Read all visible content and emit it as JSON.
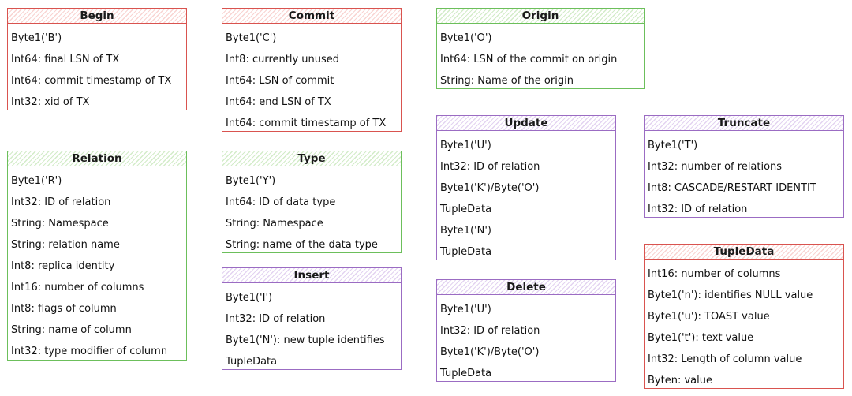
{
  "boxes": {
    "begin": {
      "title": "Begin",
      "color": "#d9534f",
      "rows": [
        "Byte1('B')",
        "Int64: final LSN of TX",
        "Int64: commit timestamp of TX",
        "Int32: xid of TX"
      ]
    },
    "commit": {
      "title": "Commit",
      "color": "#d9534f",
      "rows": [
        "Byte1('C')",
        "Int8: currently unused",
        "Int64: LSN of commit",
        "Int64: end LSN of TX",
        "Int64: commit timestamp of TX"
      ]
    },
    "origin": {
      "title": "Origin",
      "color": "#6cbf5b",
      "rows": [
        "Byte1('O')",
        "Int64: LSN of the commit on origin",
        "String: Name of the origin"
      ]
    },
    "relation": {
      "title": "Relation",
      "color": "#6cbf5b",
      "rows": [
        "Byte1('R')",
        "Int32: ID of relation",
        "String: Namespace",
        "String: relation name",
        "Int8: replica identity",
        "Int16: number of columns",
        "Int8: flags of column",
        "String: name of column",
        "Int32: type modifier of column"
      ]
    },
    "type": {
      "title": "Type",
      "color": "#6cbf5b",
      "rows": [
        "Byte1('Y')",
        "Int64: ID of data type",
        "String: Namespace",
        "String: name of the data type"
      ]
    },
    "insert": {
      "title": "Insert",
      "color": "#9b6cc3",
      "rows": [
        "Byte1('I')",
        "Int32: ID of relation",
        "Byte1('N'): new tuple identifies",
        "TupleData"
      ]
    },
    "update": {
      "title": "Update",
      "color": "#9b6cc3",
      "rows": [
        "Byte1('U')",
        "Int32: ID of relation",
        "Byte1('K')/Byte('O')",
        "TupleData",
        "Byte1('N')",
        "TupleData"
      ]
    },
    "delete": {
      "title": "Delete",
      "color": "#9b6cc3",
      "rows": [
        "Byte1('U')",
        "Int32: ID of relation",
        "Byte1('K')/Byte('O')",
        "TupleData"
      ]
    },
    "truncate": {
      "title": "Truncate",
      "color": "#9b6cc3",
      "rows": [
        "Byte1('T')",
        "Int32: number of relations",
        "Int8: CASCADE/RESTART IDENTIT",
        "Int32: ID of relation"
      ]
    },
    "tupledata": {
      "title": "TupleData",
      "color": "#d9534f",
      "rows": [
        "Int16: number of columns",
        "Byte1('n'): identifies NULL value",
        "Byte1('u'): TOAST value",
        "Byte1('t'): text value",
        "Int32: Length of column value",
        "Byten: value"
      ]
    }
  }
}
